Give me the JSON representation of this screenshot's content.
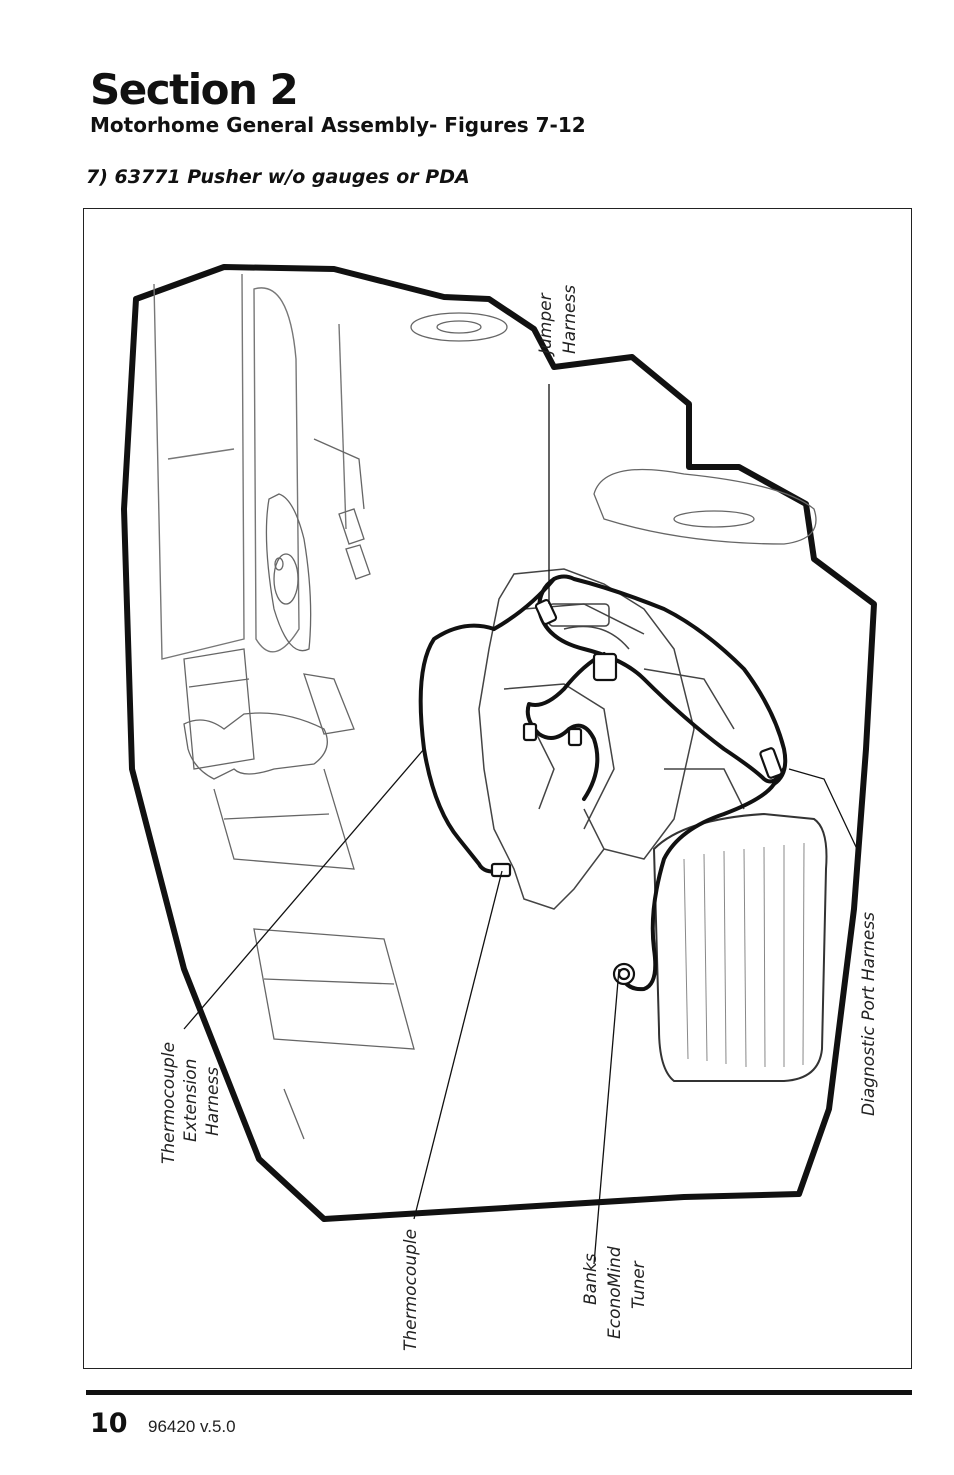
{
  "header": {
    "section_title": "Section 2",
    "section_subtitle": "Motorhome General Assembly- Figures 7-12"
  },
  "figure": {
    "caption": "7) 63771 Pusher w/o gauges or PDA",
    "callouts": {
      "jumper_harness": [
        "Jumper",
        "Harness"
      ],
      "diagnostic_port_harness": [
        "Diagnostic Port Harness"
      ],
      "thermocouple_extension_harness": [
        "Thermocouple",
        "Extension",
        "Harness"
      ],
      "thermocouple": [
        "Thermocouple"
      ],
      "banks_economind_tuner": [
        "Banks",
        "EconoMind",
        "Tuner"
      ]
    }
  },
  "footer": {
    "page_number": "10",
    "doc_version": "96420 v.5.0"
  }
}
